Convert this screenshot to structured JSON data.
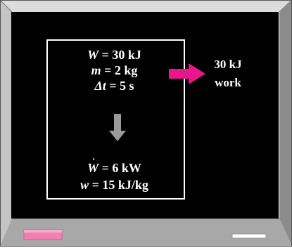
{
  "diagram": {
    "given": [
      {
        "symbol": "W",
        "rest": " = 30 kJ"
      },
      {
        "symbol": "m",
        "rest": " = 2 kg"
      },
      {
        "symbol": "Δt",
        "rest": " = 5 s"
      }
    ],
    "results": [
      {
        "symbol": "W",
        "rest": " = 6 kW",
        "dotted": true
      },
      {
        "symbol": "w",
        "rest": " = 15 kJ/kg"
      }
    ],
    "output_value": "30 kJ",
    "output_label": "work",
    "colors": {
      "board": "#000000",
      "frame_light": "#d0d0d0",
      "frame_dark": "#8a8a8a",
      "arrow": "#e8188c",
      "down_arrow": "#9a9a9a",
      "eraser": "#f080b0",
      "chalk": "#ffffff"
    }
  }
}
